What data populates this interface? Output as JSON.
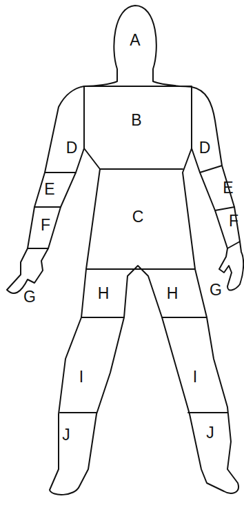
{
  "diagram": {
    "labels": [
      "A",
      "B",
      "D",
      "D",
      "E",
      "E",
      "F",
      "F",
      "C",
      "G",
      "H",
      "H",
      "G",
      "I",
      "I",
      "J",
      "J"
    ]
  }
}
